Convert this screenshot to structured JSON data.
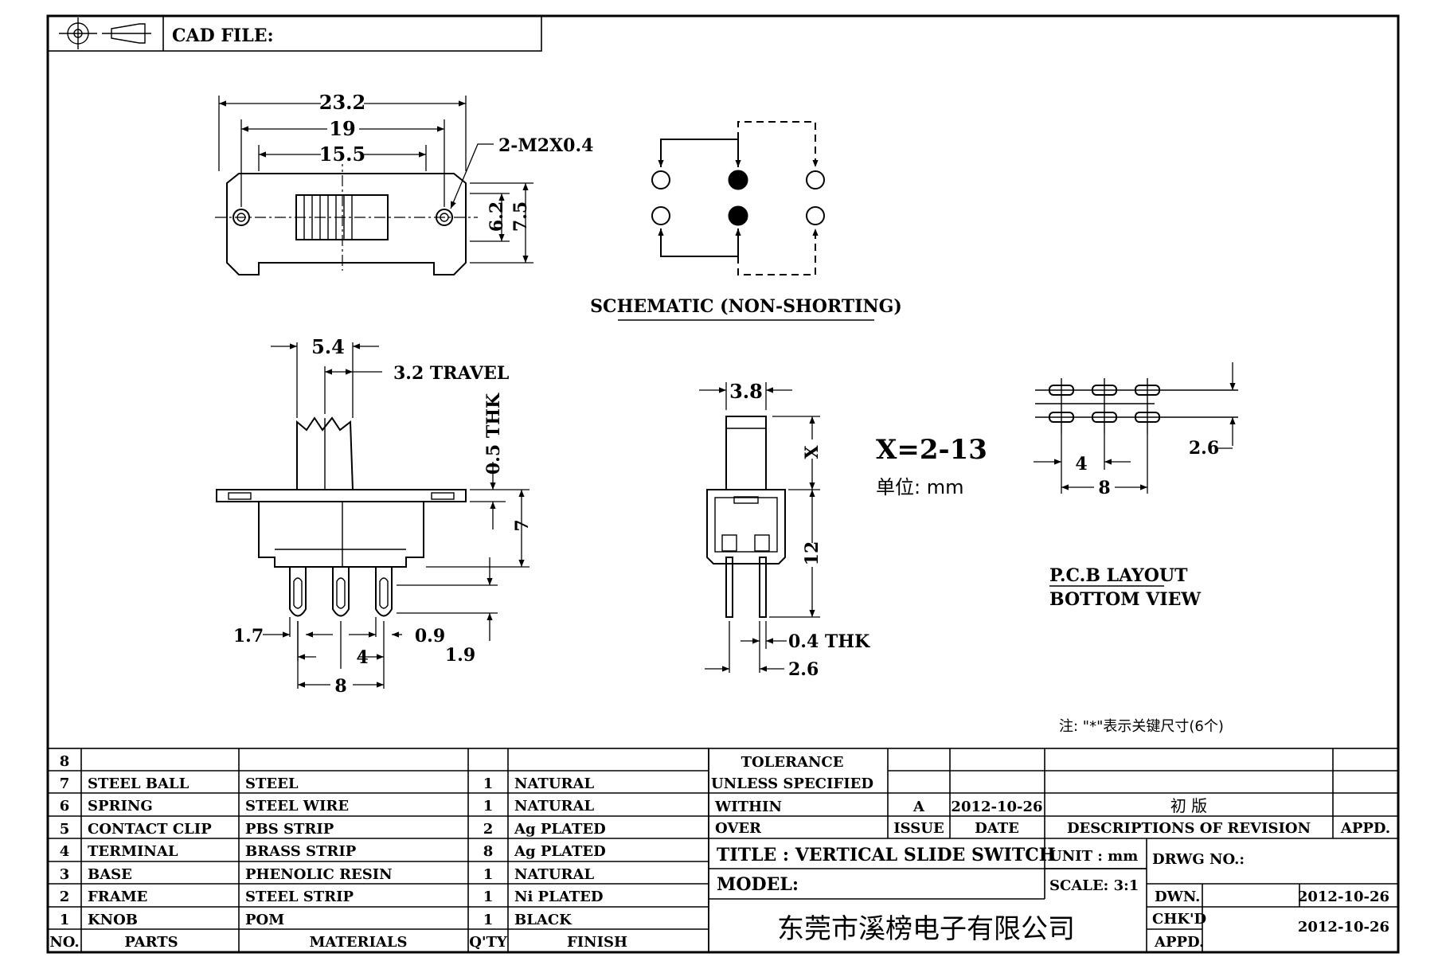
{
  "header": {
    "cad_file_label": "CAD FILE:"
  },
  "top_view": {
    "dim_overall": "23.2",
    "dim_holes": "19",
    "dim_slot": "15.5",
    "dim_thread": "2-M2X0.4",
    "dim_h_inner": "6.2",
    "dim_h_outer": "7.5"
  },
  "schematic": {
    "caption": "SCHEMATIC (NON-SHORTING)"
  },
  "side_view": {
    "dim_knob": "5.4",
    "dim_travel": "3.2 TRAVEL",
    "dim_thk": "0.5 THK",
    "dim_height": "7",
    "dim_left": "1.7",
    "dim_pitch": "4",
    "dim_gap": "0.9",
    "dim_pin": "1.9",
    "dim_span": "8"
  },
  "end_view": {
    "dim_width": "3.8",
    "dim_x": "X",
    "dim_body": "12",
    "dim_pin_thk": "0.4 THK",
    "dim_pin_gap": "2.6"
  },
  "formula": {
    "expr": "X=2-13",
    "unit": "单位: mm"
  },
  "pcb": {
    "dim_pitch": "4",
    "dim_span": "8",
    "dim_row": "2.6",
    "caption_1": "P.C.B LAYOUT",
    "caption_2": "BOTTOM VIEW"
  },
  "note": "注: \"*\"表示关键尺寸(6个)",
  "bom": {
    "rows": [
      {
        "no": "8",
        "part": "",
        "material": "",
        "qty": "",
        "finish": ""
      },
      {
        "no": "7",
        "part": "STEEL BALL",
        "material": "STEEL",
        "qty": "1",
        "finish": "NATURAL"
      },
      {
        "no": "6",
        "part": "SPRING",
        "material": "STEEL WIRE",
        "qty": "1",
        "finish": "NATURAL"
      },
      {
        "no": "5",
        "part": "CONTACT CLIP",
        "material": "PBS STRIP",
        "qty": "2",
        "finish": "Ag PLATED"
      },
      {
        "no": "4",
        "part": "TERMINAL",
        "material": "BRASS STRIP",
        "qty": "8",
        "finish": "Ag PLATED"
      },
      {
        "no": "3",
        "part": "BASE",
        "material": "PHENOLIC RESIN",
        "qty": "1",
        "finish": "NATURAL"
      },
      {
        "no": "2",
        "part": "FRAME",
        "material": "STEEL STRIP",
        "qty": "1",
        "finish": "Ni PLATED"
      },
      {
        "no": "1",
        "part": "KNOB",
        "material": "POM",
        "qty": "1",
        "finish": "BLACK"
      }
    ],
    "headers": {
      "no": "NO.",
      "parts": "PARTS",
      "materials": "MATERIALS",
      "qty": "Q'TY",
      "finish": "FINISH"
    }
  },
  "tolerance": {
    "line1": "TOLERANCE",
    "line2": "UNLESS SPECIFIED",
    "within": "WITHIN",
    "over": "OVER"
  },
  "revision": {
    "issue_value": "A",
    "date_value": "2012-10-26",
    "desc_value": "初 版",
    "issue_label": "ISSUE",
    "date_label": "DATE",
    "desc_label": "DESCRIPTIONS OF REVISION",
    "appd_label": "APPD."
  },
  "title_block": {
    "title": "TITLE :  VERTICAL SLIDE SWITCH",
    "model": "MODEL:",
    "unit": "UNIT :  mm",
    "scale": "SCALE:  3:1",
    "drwg_no": "DRWG NO.:",
    "dwn_label": "DWN.",
    "dwn_date": "2012-10-26",
    "chkd_label": "CHK'D",
    "chkd_date": "2012-10-26",
    "appd_label": "APPD.",
    "company": "东莞市溪榜电子有限公司"
  }
}
